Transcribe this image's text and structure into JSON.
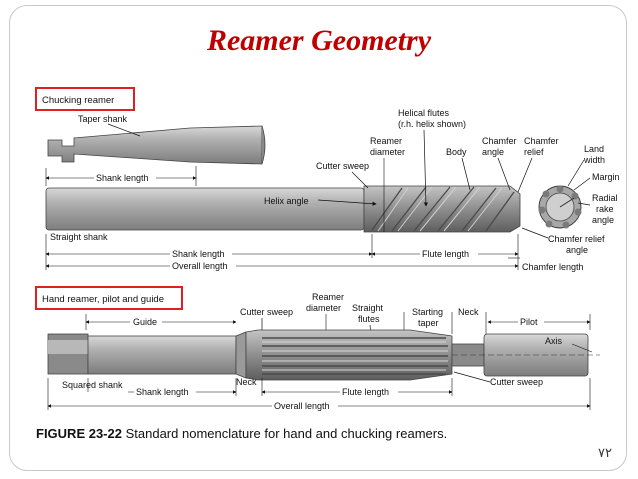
{
  "slide": {
    "title": "Reamer Geometry",
    "page_number": "٧٢",
    "caption_figure": "FIGURE 23-22",
    "caption_text": "Standard nomenclature for hand and chucking reamers."
  },
  "colors": {
    "title": "#c00000",
    "highlight_box": "#e02020",
    "tool_body": "#9e9e9e",
    "tool_dark": "#6e6e6e"
  },
  "chucking": {
    "box_label": "Chucking reamer",
    "taper_shank": "Taper shank",
    "shank_length_top": "Shank length",
    "helical_flutes_1": "Helical flutes",
    "helical_flutes_2": "(r.h. helix shown)",
    "reamer_diameter_1": "Reamer",
    "reamer_diameter_2": "diameter",
    "cutter_sweep": "Cutter sweep",
    "body": "Body",
    "chamfer_angle_1": "Chamfer",
    "chamfer_angle_2": "angle",
    "chamfer_relief_1": "Chamfer",
    "chamfer_relief_2": "relief",
    "land_width_1": "Land",
    "land_width_2": "width",
    "margin": "Margin",
    "radial_rake_1": "Radial",
    "radial_rake_2": "rake",
    "radial_rake_3": "angle",
    "helix_angle": "Helix angle",
    "straight_shank": "Straight shank",
    "shank_length_bottom": "Shank length",
    "flute_length": "Flute length",
    "overall_length": "Overall length",
    "chamfer_relief_angle_1": "Chamfer relief",
    "chamfer_relief_angle_2": "angle",
    "chamfer_length": "Chamfer length"
  },
  "hand": {
    "box_label": "Hand reamer, pilot and guide",
    "guide": "Guide",
    "cutter_sweep_top": "Cutter sweep",
    "reamer_diameter_1": "Reamer",
    "reamer_diameter_2": "diameter",
    "straight_flutes_1": "Straight",
    "straight_flutes_2": "flutes",
    "starting_taper_1": "Starting",
    "starting_taper_2": "taper",
    "neck_top": "Neck",
    "pilot": "Pilot",
    "axis": "Axis",
    "squared_shank": "Squared shank",
    "shank_length": "Shank length",
    "neck_bottom": "Neck",
    "flute_length": "Flute length",
    "cutter_sweep_bottom": "Cutter sweep",
    "overall_length": "Overall length"
  }
}
